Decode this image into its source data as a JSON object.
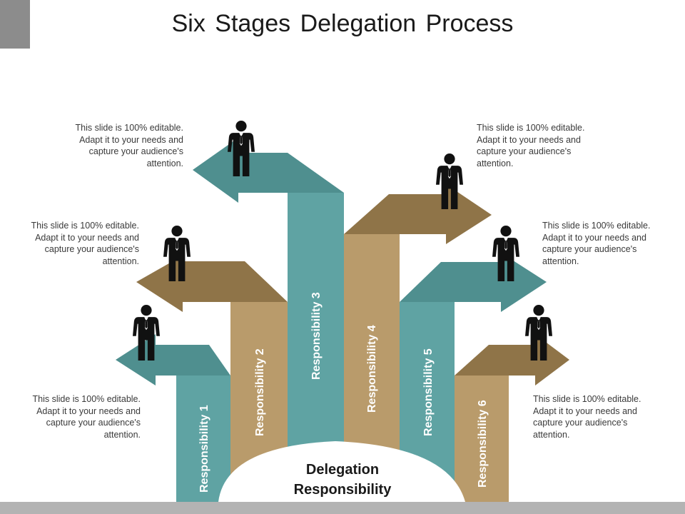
{
  "title": "Six  Stages Delegation Process",
  "center_label": "Delegation Responsibility",
  "colors": {
    "teal": "#5fa3a3",
    "teal_arrow": "#4f8f8f",
    "tan": "#b99b6b",
    "brown_arrow": "#8f7448",
    "gray_corner": "#8c8c8c"
  },
  "stages": [
    {
      "label": "Responsibility 1",
      "color": "teal",
      "description": "This slide is 100% editable. Adapt it to your needs and capture your audience's attention."
    },
    {
      "label": "Responsibility 2",
      "color": "tan",
      "description": "This slide is 100% editable. Adapt it to your needs and capture your audience's attention."
    },
    {
      "label": "Responsibility 3",
      "color": "teal",
      "description": "This slide is 100% editable. Adapt it to your needs and capture your audience's attention."
    },
    {
      "label": "Responsibility 4",
      "color": "tan",
      "description": "This slide is 100% editable. Adapt it to your needs and capture your audience's attention."
    },
    {
      "label": "Responsibility 5",
      "color": "teal",
      "description": "This slide is 100% editable. Adapt it to your needs and capture your audience's attention."
    },
    {
      "label": "Responsibility 6",
      "color": "tan",
      "description": "This slide is 100% editable. Adapt it to your needs and capture your audience's attention."
    }
  ],
  "icons": [
    "person-icon",
    "person-icon",
    "person-icon",
    "person-icon",
    "person-icon",
    "person-icon"
  ]
}
